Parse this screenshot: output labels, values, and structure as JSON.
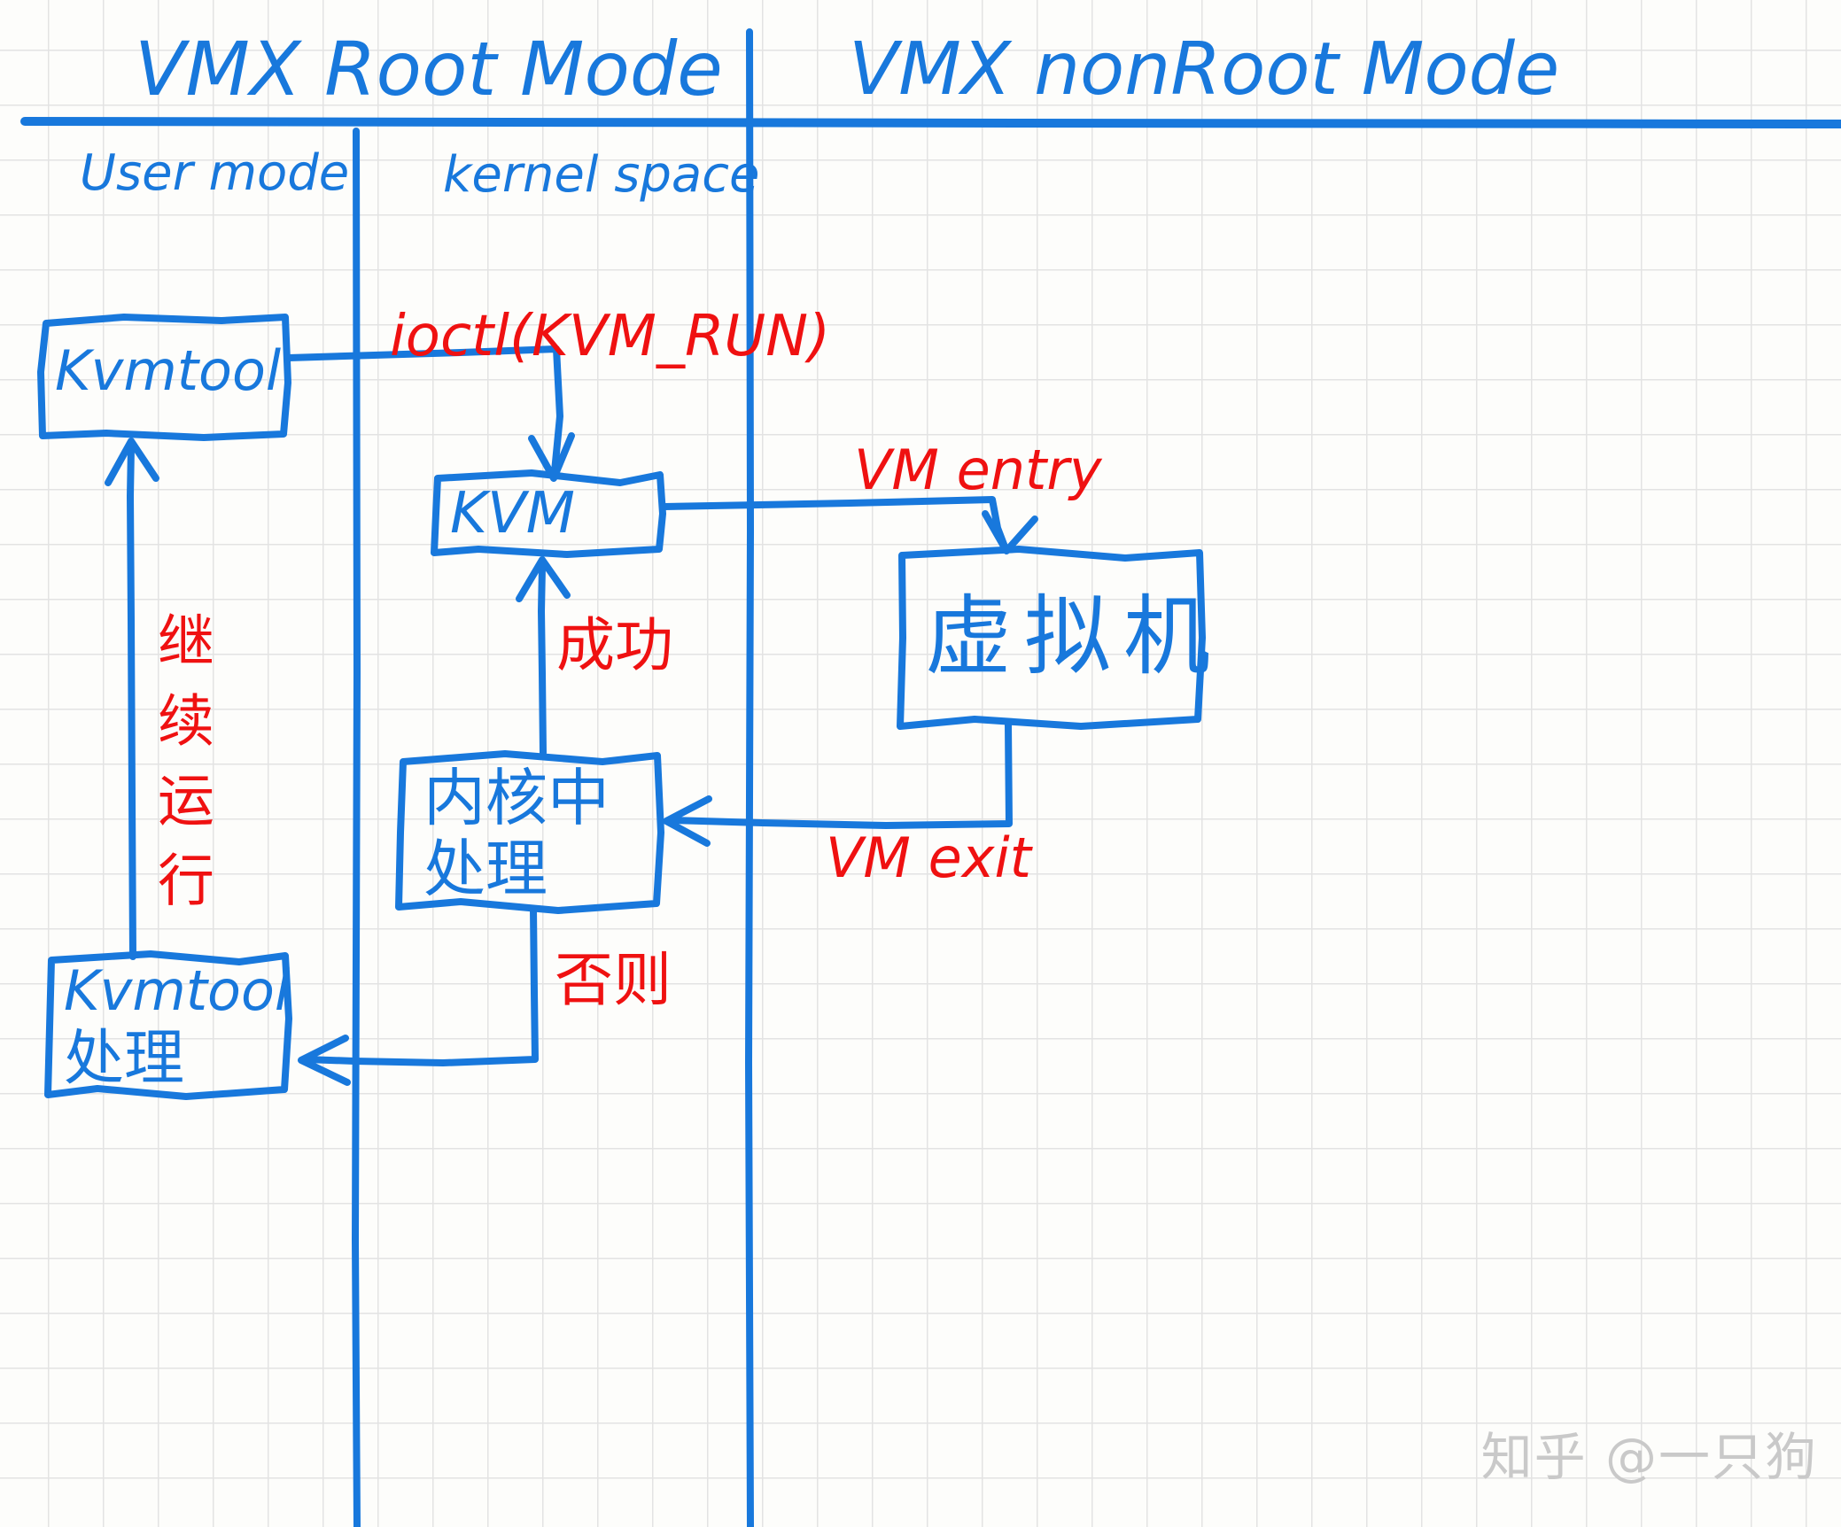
{
  "diagram": {
    "title_left": "VMX Root Mode",
    "title_right": "VMX nonRoot Mode",
    "column_labels": {
      "user_mode": "User mode",
      "kernel_space": "kernel space"
    },
    "colors": {
      "ink_blue": "#1878dc",
      "ink_red": "#ef1111",
      "paper": "#fdfdfb",
      "grid": "#e3e3e3",
      "watermark": "#c9c9c9"
    },
    "nodes": [
      {
        "id": "kvmtool-top",
        "label": "Kvmtool",
        "lane": "user-mode"
      },
      {
        "id": "kvm",
        "label": "KVM",
        "lane": "kernel-space"
      },
      {
        "id": "kernel-handle",
        "label": "内核中处理",
        "lane": "kernel-space"
      },
      {
        "id": "guest-vm",
        "label": "虚拟机",
        "lane": "nonroot-mode"
      },
      {
        "id": "kvmtool-handle",
        "label": "Kvmtool 处理",
        "lane": "user-mode"
      }
    ],
    "edge_labels": [
      {
        "id": "ioctl",
        "text": "ioctl(KVM_RUN)",
        "color": "red"
      },
      {
        "id": "vm-entry",
        "text": "VM entry",
        "color": "red"
      },
      {
        "id": "success",
        "text": "成功",
        "color": "red"
      },
      {
        "id": "vm-exit",
        "text": "VM exit",
        "color": "red"
      },
      {
        "id": "otherwise",
        "text": "否则",
        "color": "red"
      },
      {
        "id": "continue",
        "text": "继续运行",
        "color": "red"
      }
    ],
    "box_line1": "Kvmtool",
    "box_line2": "处理",
    "kernel_line1": "内核中",
    "kernel_line2": "处理",
    "watermark": "知乎 @一只狗"
  }
}
